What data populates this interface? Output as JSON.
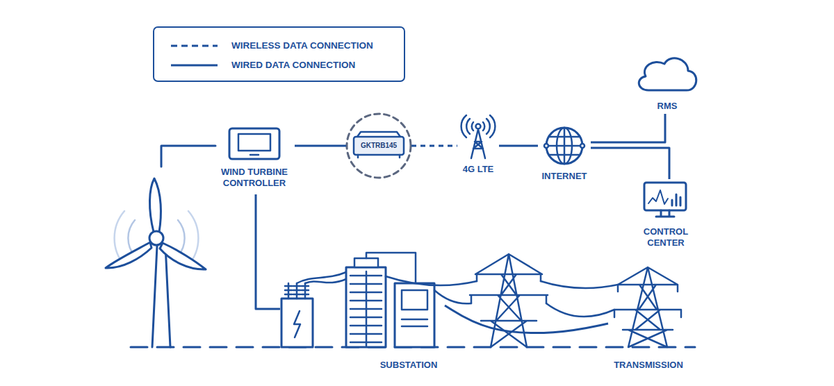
{
  "diagram": {
    "nodes": [
      {
        "text": [
          "WIND TURBINE CONTROLLER"
        ]
      },
      {
        "text": [
          "GKTRB145"
        ]
      },
      {
        "text": [
          "4G LTE"
        ]
      },
      {
        "text": [
          "INTERNET"
        ]
      },
      {
        "text": [
          "RMS"
        ]
      },
      {
        "text": [
          "CONTROL CENTER"
        ]
      },
      {
        "text": [
          "SUBSTATION"
        ]
      },
      {
        "text": [
          "TRANSMISSION"
        ]
      }
    ],
    "edges": [
      {
        "from": 0,
        "to": 1,
        "arrow": "none"
      },
      {
        "from": 1,
        "to": 2,
        "arrow": "none"
      },
      {
        "from": 2,
        "to": 3,
        "arrow": "none"
      },
      {
        "from": 3,
        "to": 4,
        "arrow": "none"
      },
      {
        "from": 3,
        "to": 5,
        "arrow": "none"
      },
      {
        "from": 0,
        "to": 6,
        "arrow": "none"
      },
      {
        "from": 6,
        "to": 7,
        "arrow": "none"
      }
    ],
    "legend": [
      {
        "text": "WIRELESS DATA CONNECTION"
      },
      {
        "text": "WIRED DATA CONNECTION"
      }
    ]
  }
}
